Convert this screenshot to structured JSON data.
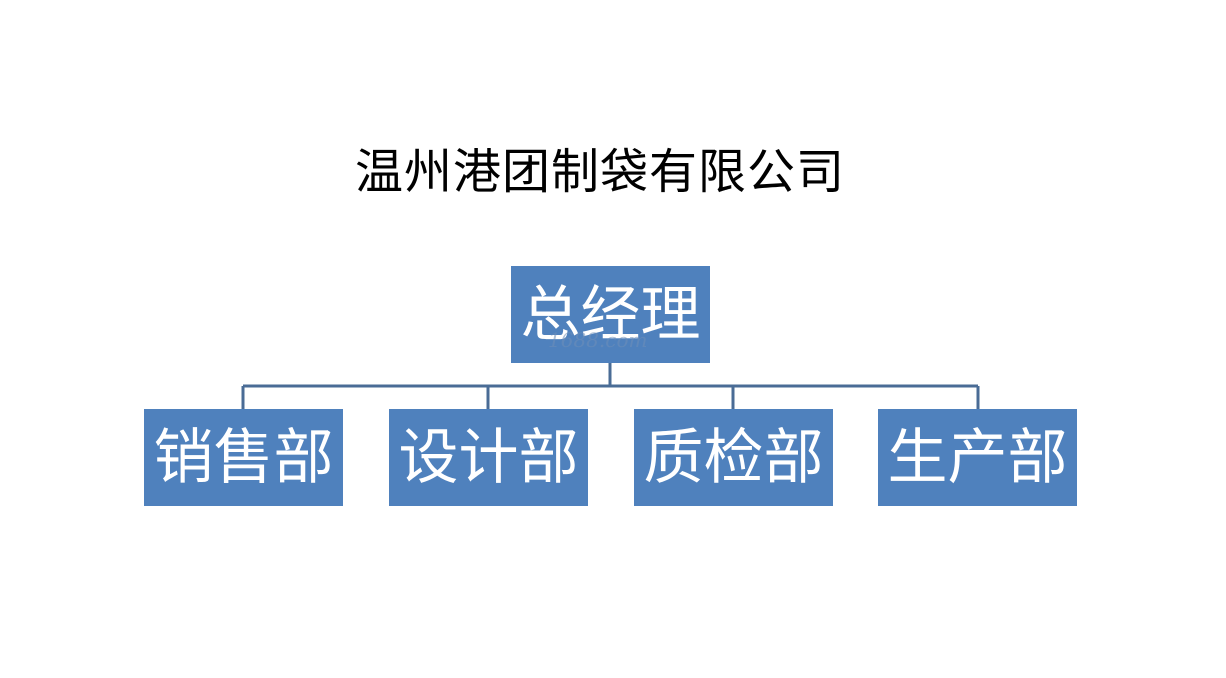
{
  "title": "温州港团制袋有限公司",
  "colors": {
    "box_fill": "#4f81bd",
    "connector": "#4a6c96",
    "box_text": "#ffffff"
  },
  "org_chart": {
    "root": {
      "label": "总经理"
    },
    "children": [
      {
        "label": "销售部"
      },
      {
        "label": "设计部"
      },
      {
        "label": "质检部"
      },
      {
        "label": "生产部"
      }
    ]
  },
  "watermark": "1688.com"
}
